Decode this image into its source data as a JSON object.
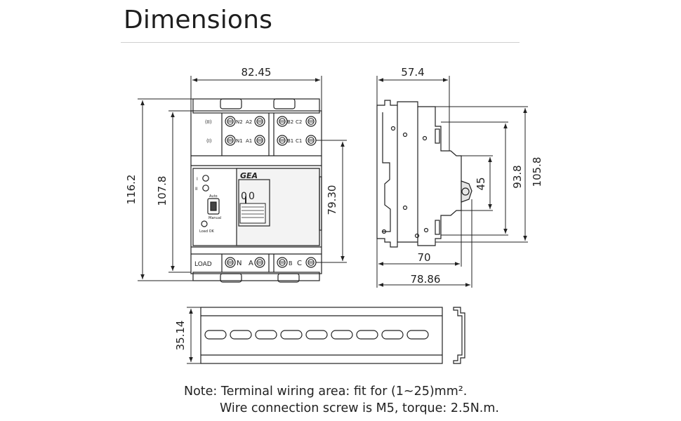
{
  "header": {
    "title": "Dimensions"
  },
  "front_view": {
    "width": "82.45",
    "height_total": "116.2",
    "height_body": "107.8",
    "height_terminals": "79.30",
    "row_labels": [
      "(II)",
      "(I)"
    ],
    "top_terminals_row2": [
      "N2",
      "A2",
      "B2",
      "C2"
    ],
    "top_terminals_row1": [
      "N1",
      "A1",
      "B1",
      "C1"
    ],
    "bottom_terminals": [
      "N",
      "A",
      "B",
      "C"
    ],
    "brand": "GEA",
    "panel_labels": [
      "I",
      "II",
      "Auto",
      "Manual",
      "Load OK"
    ],
    "load_label": "LOAD",
    "switch_marks": [
      "0",
      "0"
    ]
  },
  "side_view": {
    "depth_top": "57.4",
    "height_1": "105.8",
    "height_2": "93.8",
    "height_3": "45",
    "depth_70": "70",
    "depth_total": "78.86"
  },
  "din_rail": {
    "height": "35.14"
  },
  "notes": {
    "line1": "Note: Terminal wiring area: fit for (1~25)mm².",
    "line2": "Wire connection screw is M5, torque: 2.5N.m."
  }
}
